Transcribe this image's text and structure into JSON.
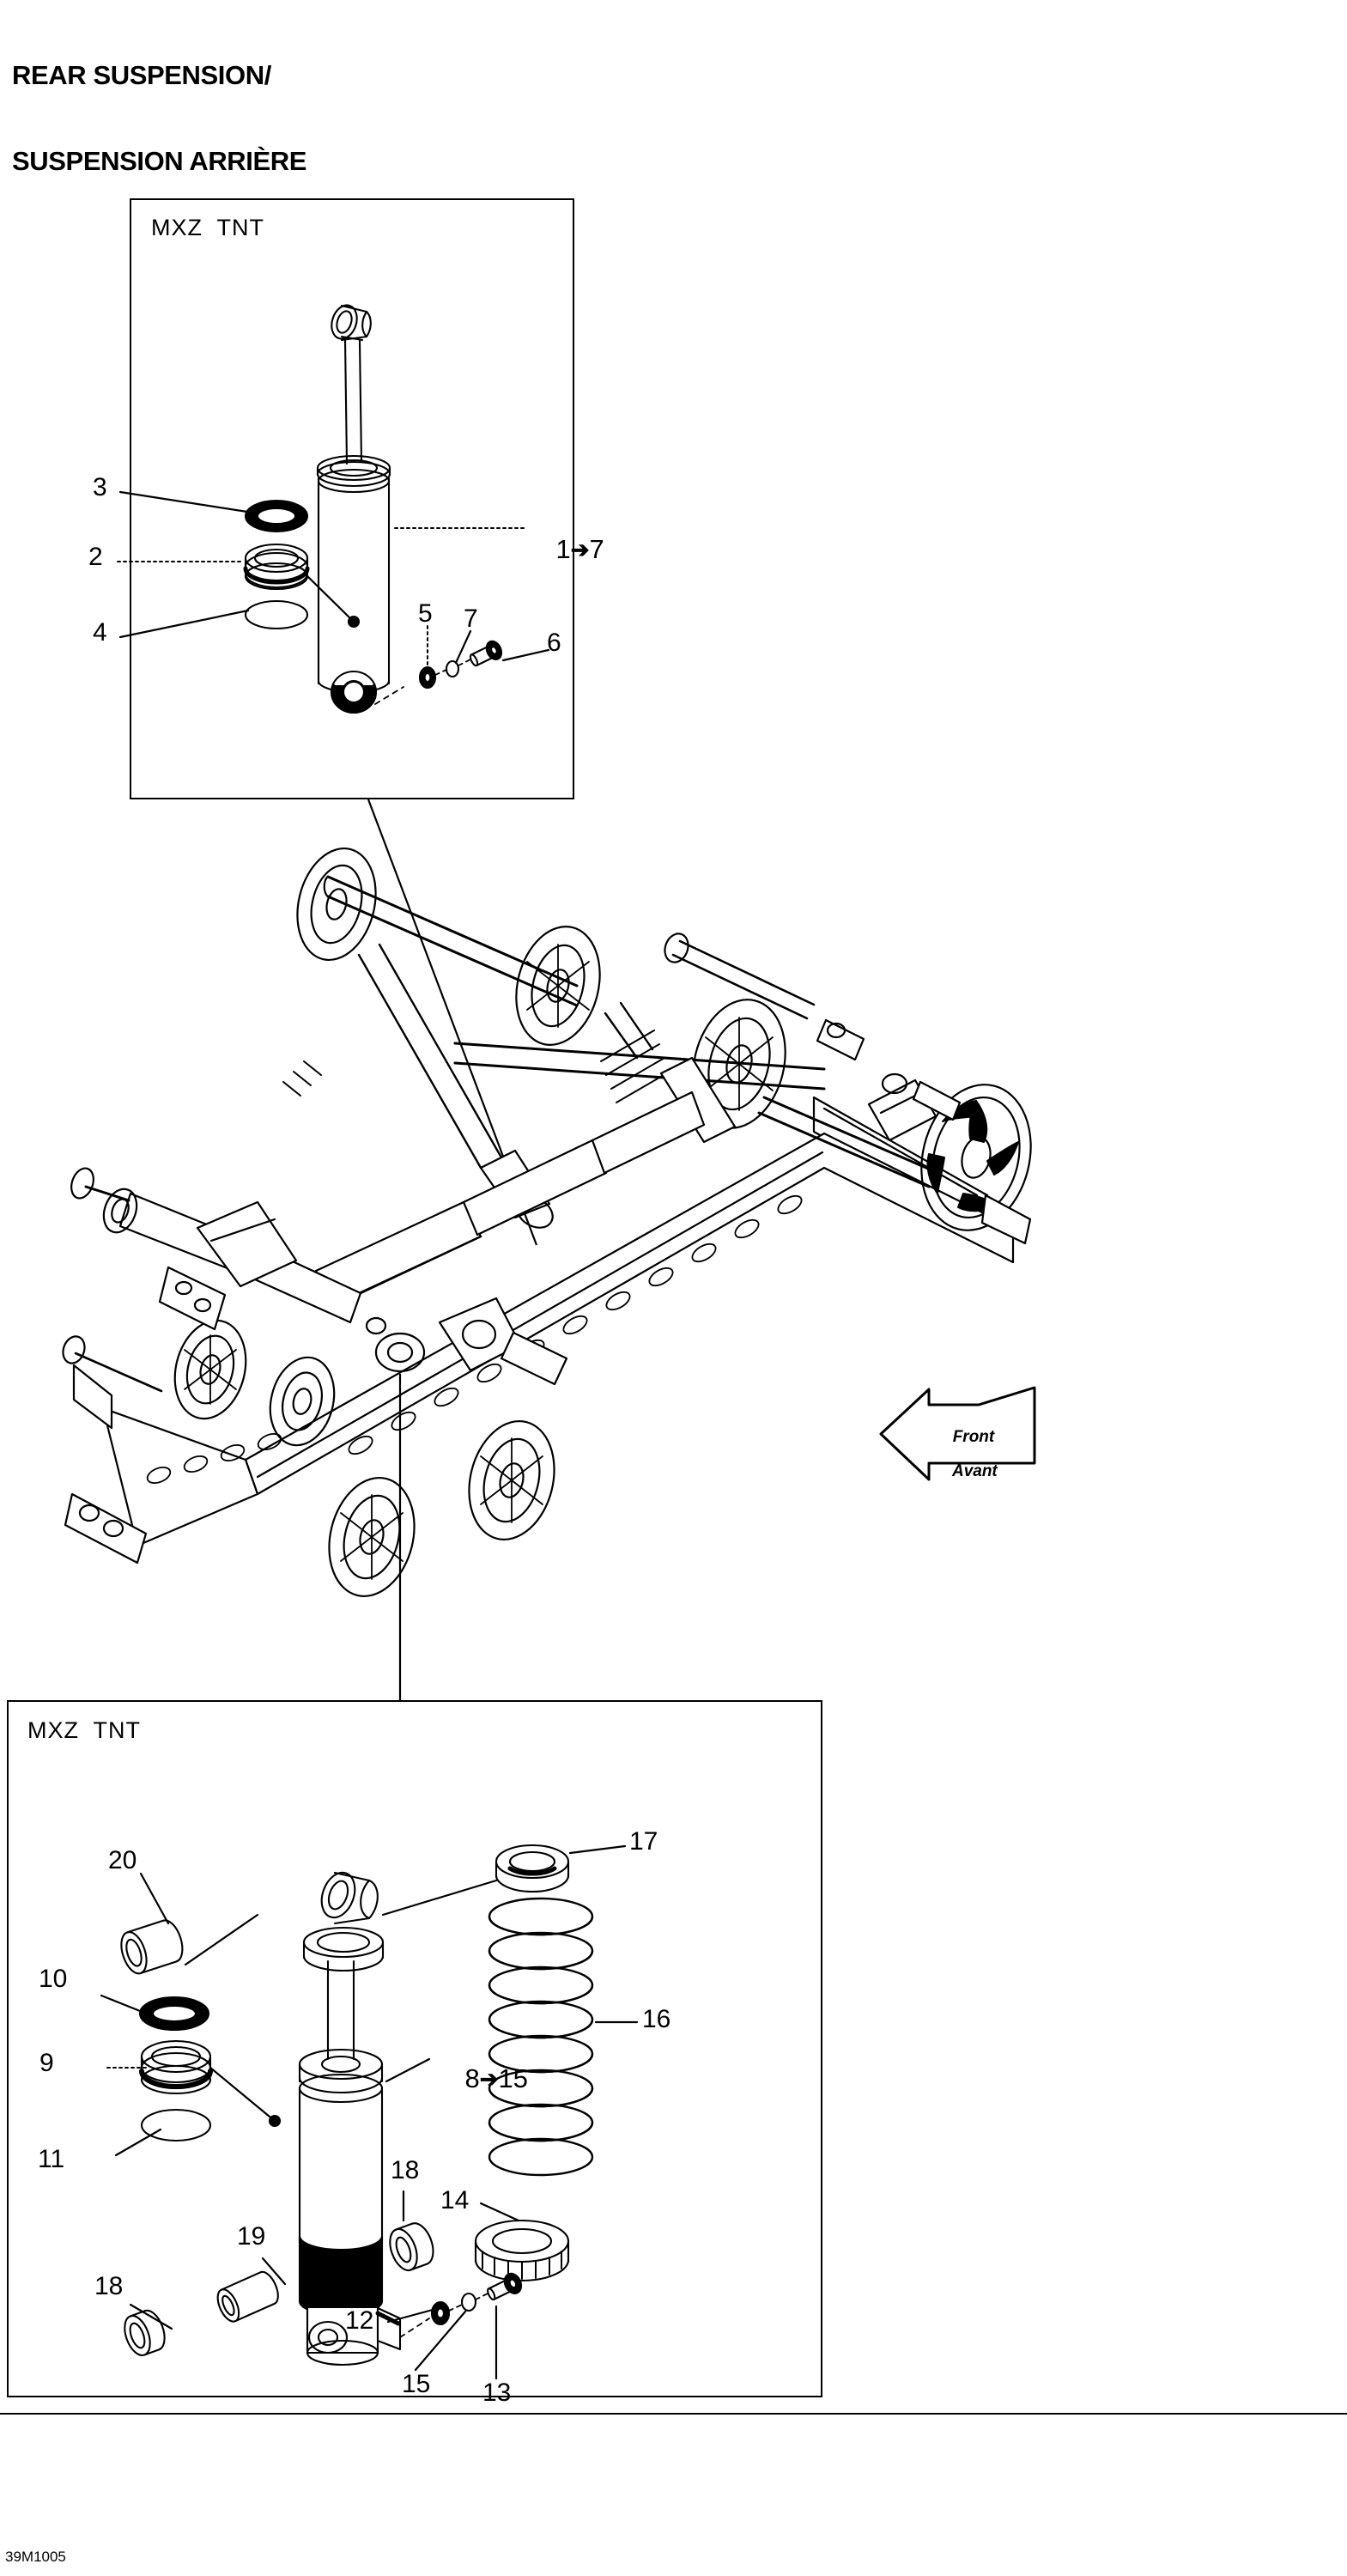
{
  "title": {
    "line1": "REAR SUSPENSION/",
    "line2": "SUSPENSION ARRIÈRE"
  },
  "top_panel": {
    "label": "MXZ  TNT",
    "callouts": [
      {
        "id": "c3",
        "text": "3"
      },
      {
        "id": "c2",
        "text": "2"
      },
      {
        "id": "c4",
        "text": "4"
      },
      {
        "id": "c1_7",
        "text": "1",
        "arrow": "➔",
        "text2": "7"
      },
      {
        "id": "c5",
        "text": "5"
      },
      {
        "id": "c7",
        "text": "7"
      },
      {
        "id": "c6",
        "text": "6"
      }
    ]
  },
  "main_assembly": {
    "front_arrow": {
      "line1": "Front",
      "line2": "Avant"
    }
  },
  "bottom_panel": {
    "label": "MXZ  TNT",
    "callouts": [
      {
        "id": "c20",
        "text": "20"
      },
      {
        "id": "c10",
        "text": "10"
      },
      {
        "id": "c9",
        "text": "9"
      },
      {
        "id": "c11",
        "text": "11"
      },
      {
        "id": "c8_15",
        "text": "8",
        "arrow": "➔",
        "text2": "15"
      },
      {
        "id": "c17",
        "text": "17"
      },
      {
        "id": "c16",
        "text": "16"
      },
      {
        "id": "c14",
        "text": "14"
      },
      {
        "id": "c18a",
        "text": "18"
      },
      {
        "id": "c18b",
        "text": "18"
      },
      {
        "id": "c19",
        "text": "19"
      },
      {
        "id": "c12",
        "text": "12"
      },
      {
        "id": "c15",
        "text": "15"
      },
      {
        "id": "c13",
        "text": "13"
      }
    ]
  },
  "footer": {
    "code": "39M1005"
  },
  "colors": {
    "line": "#000000",
    "background": "#ffffff",
    "fill_dark": "#1a1a1a"
  }
}
